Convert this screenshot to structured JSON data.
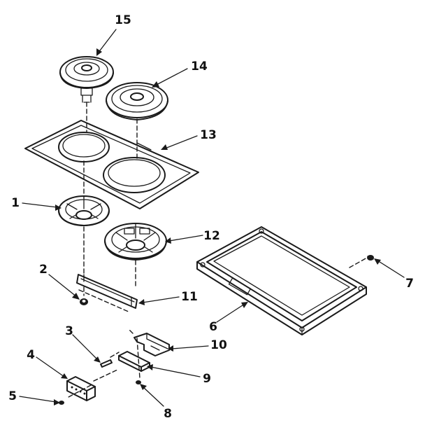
{
  "parts": [
    {
      "num": "1",
      "name": "burner-bowl-small"
    },
    {
      "num": "2",
      "name": "nut"
    },
    {
      "num": "3",
      "name": "pin"
    },
    {
      "num": "4",
      "name": "terminal-block"
    },
    {
      "num": "5",
      "name": "screw"
    },
    {
      "num": "6",
      "name": "drip-pan-tray"
    },
    {
      "num": "7",
      "name": "mounting-screw"
    },
    {
      "num": "8",
      "name": "screw-small"
    },
    {
      "num": "9",
      "name": "insulator"
    },
    {
      "num": "10",
      "name": "bracket"
    },
    {
      "num": "11",
      "name": "support-bracket"
    },
    {
      "num": "12",
      "name": "burner-bowl-large"
    },
    {
      "num": "13",
      "name": "cooktop-frame"
    },
    {
      "num": "14",
      "name": "surface-element-large"
    },
    {
      "num": "15",
      "name": "surface-element-small"
    }
  ]
}
